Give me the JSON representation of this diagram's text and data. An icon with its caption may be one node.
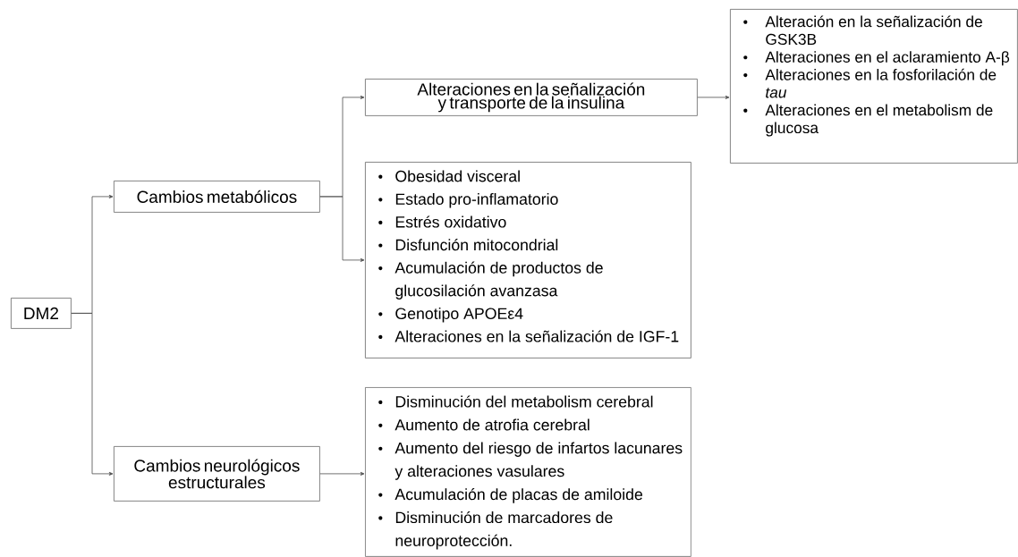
{
  "diagram": {
    "nodes": [
      {
        "text": [
          "DM2"
        ]
      },
      {
        "text": [
          "Cambios metabólicos"
        ]
      },
      {
        "text": [
          "Cambios neurológicos estructurales"
        ]
      },
      {
        "text": [
          "Alteraciones en la señalización y transporte de la insulina"
        ]
      },
      {
        "text": [
          "Obesidad visceral",
          "Estado pro-inflamatorio",
          "Estrés oxidativo",
          "Disfunción mitocondrial",
          "Acumulación de productos de glucosilación avanzasa",
          "Genotipo APOEε4",
          "Alteraciones en la señalización de IGF-1"
        ]
      },
      {
        "text": [
          "Alteración en la señalización de GSK3B",
          "Alteraciones en el aclaramiento A-β",
          "Alteraciones en la fosforilación de *tau*",
          "Alteraciones en el metabolism de glucosa"
        ]
      },
      {
        "text": [
          "Disminución del metabolism cerebral",
          "Aumento de atrofia cerebral",
          "Aumento del riesgo de infartos lacunares y alteraciones vasulares",
          "Acumulación de placas de amiloide",
          "Disminución de marcadores de neuroprotección."
        ]
      }
    ],
    "edges": [
      {
        "from": 0,
        "to": 1,
        "arrow": "to"
      },
      {
        "from": 0,
        "to": 2,
        "arrow": "to"
      },
      {
        "from": 1,
        "to": 3,
        "arrow": "to"
      },
      {
        "from": 1,
        "to": 4,
        "arrow": "to"
      },
      {
        "from": 3,
        "to": 5,
        "arrow": "to"
      },
      {
        "from": 2,
        "to": 6,
        "arrow": "to"
      }
    ]
  }
}
